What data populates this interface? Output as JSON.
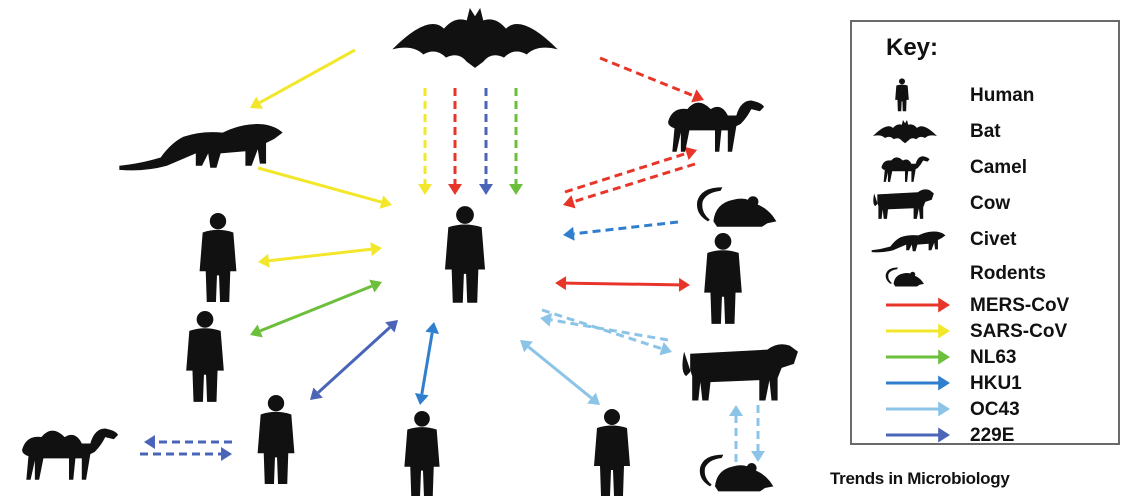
{
  "key": {
    "title": "Key:",
    "hosts": [
      {
        "label": "Human",
        "icon": "human-icon"
      },
      {
        "label": "Bat",
        "icon": "bat-icon"
      },
      {
        "label": "Camel",
        "icon": "camel-icon"
      },
      {
        "label": "Cow",
        "icon": "cow-icon"
      },
      {
        "label": "Civet",
        "icon": "civet-icon"
      },
      {
        "label": "Rodents",
        "icon": "rodent-icon"
      }
    ],
    "viruses": [
      {
        "label": "MERS-CoV",
        "color": "#e8352a"
      },
      {
        "label": "SARS-CoV",
        "color": "#f2e72a"
      },
      {
        "label": "NL63",
        "color": "#6cbf3a"
      },
      {
        "label": "HKU1",
        "color": "#2f7fce"
      },
      {
        "label": "OC43",
        "color": "#8cc4e8"
      },
      {
        "label": "229E",
        "color": "#4a64b8"
      }
    ]
  },
  "credit": "Trends in Microbiology"
}
